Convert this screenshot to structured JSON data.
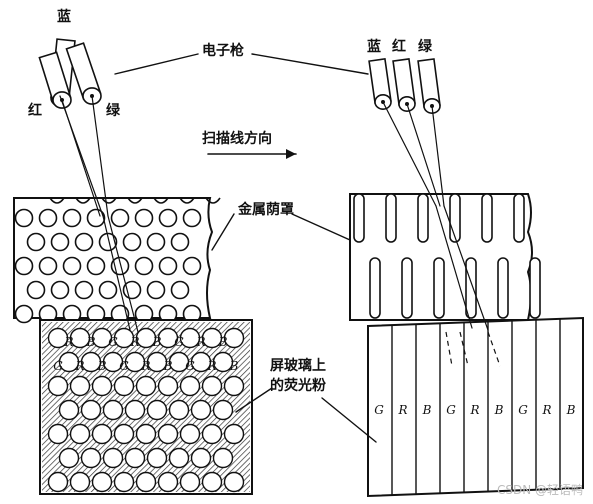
{
  "labels": {
    "blue_left": "蓝",
    "red_left": "红",
    "green_left": "绿",
    "electron_gun": "电子枪",
    "blue_right": "蓝",
    "red_right": "红",
    "green_right": "绿",
    "scan_direction": "扫描线方向",
    "shadow_mask": "金属荫罩",
    "phosphor_line1": "屏玻璃上",
    "phosphor_line2": "的荧光粉"
  },
  "dot_letters_row1": [
    "R",
    "B",
    "G",
    "R",
    "B",
    "G",
    "R",
    "B"
  ],
  "dot_letters_row2": [
    "G",
    "R",
    "B",
    "G",
    "R",
    "B",
    "G",
    "R",
    "B"
  ],
  "strip_letters": [
    "G",
    "R",
    "B",
    "G",
    "R",
    "B",
    "G",
    "R",
    "B"
  ],
  "watermark": "CSDN @轻语鸭",
  "colors": {
    "ink": "#111111",
    "paper": "#ffffff",
    "watermark": "#bbbbbb"
  }
}
